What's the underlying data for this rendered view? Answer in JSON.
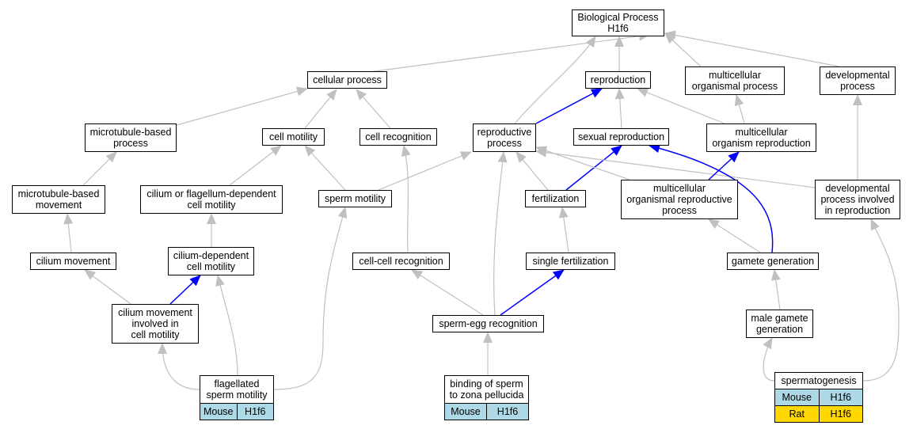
{
  "nodes": {
    "bp_h1f6": "Biological Process\nH1f6",
    "cellular_process": "cellular process",
    "reproduction": "reproduction",
    "multicellular_organismal_process": "multicellular\norganismal process",
    "developmental_process": "developmental\nprocess",
    "microtubule_based_process": "microtubule-based\nprocess",
    "cell_motility": "cell motility",
    "cell_recognition": "cell recognition",
    "reproductive_process": "reproductive\nprocess",
    "sexual_reproduction": "sexual reproduction",
    "multicellular_organism_reproduction": "multicellular\norganism reproduction",
    "microtubule_based_movement": "microtubule-based\nmovement",
    "cilium_flagellum_cell_motility": "cilium or flagellum-dependent\ncell motility",
    "sperm_motility": "sperm motility",
    "fertilization": "fertilization",
    "multicellular_organismal_reproductive_process": "multicellular\norganismal reproductive\nprocess",
    "developmental_process_reproduction": "developmental\nprocess involved\nin reproduction",
    "cilium_movement": "cilium movement",
    "cilium_dependent_cell_motility": "cilium-dependent\ncell motility",
    "cell_cell_recognition": "cell-cell recognition",
    "single_fertilization": "single fertilization",
    "gamete_generation": "gamete generation",
    "cilium_movement_cell_motility": "cilium movement\ninvolved in\ncell motility",
    "sperm_egg_recognition": "sperm-egg recognition",
    "male_gamete_generation": "male gamete\ngeneration",
    "flagellated_sperm_motility": "flagellated\nsperm motility",
    "binding_sperm_zona": "binding of sperm\nto zona pellucida",
    "spermatogenesis": "spermatogenesis"
  },
  "annotations": {
    "flagellated_sperm_motility": [
      {
        "species": "Mouse",
        "gene": "H1f6",
        "color": "#add8e6"
      }
    ],
    "binding_sperm_zona": [
      {
        "species": "Mouse",
        "gene": "H1f6",
        "color": "#add8e6"
      }
    ],
    "spermatogenesis": [
      {
        "species": "Mouse",
        "gene": "H1f6",
        "color": "#add8e6"
      },
      {
        "species": "Rat",
        "gene": "H1f6",
        "color": "#ffd700"
      }
    ]
  },
  "edge_colors": {
    "is_a": "#c0c0c0",
    "part_of": "#0000ff"
  }
}
